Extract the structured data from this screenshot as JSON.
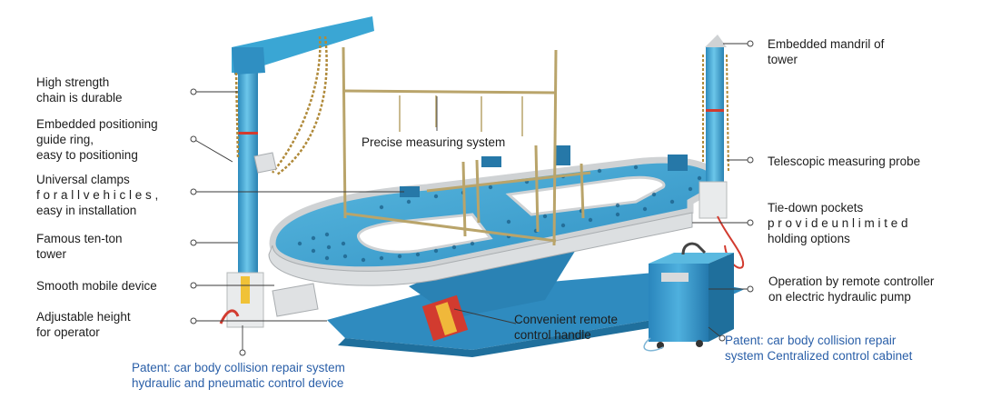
{
  "colors": {
    "frame_blue": "#3aa6d4",
    "frame_dark_blue": "#1f6f9c",
    "rail_silver": "#cfd2d4",
    "gold_frame": "#b9a46a",
    "chain": "#b08a3a",
    "cabinet_blue": "#2e8fc4",
    "leader_line": "#3a3a3a",
    "patent_text": "#2a5fa8"
  },
  "labels": {
    "chain": [
      "High strength",
      "chain is durable"
    ],
    "guide_ring": [
      "Embedded positioning",
      "guide ring,",
      "easy to positioning"
    ],
    "clamps": [
      "Universal clamps",
      "f o r a l l v e h i c l e s ,",
      "easy in installation"
    ],
    "tower": [
      "Famous ten-ton",
      "tower"
    ],
    "mobile": [
      "Smooth mobile device"
    ],
    "height": [
      "Adjustable height",
      "for operator"
    ],
    "patent_left": [
      "Patent: car body collision repair system",
      "hydraulic and pneumatic control device"
    ],
    "measuring": [
      "Precise measuring system"
    ],
    "remote_handle": [
      "Convenient remote",
      "control handle"
    ],
    "mandril": [
      "Embedded mandril of",
      "tower"
    ],
    "probe": [
      "Telescopic measuring probe"
    ],
    "tiedown": [
      "Tie-down pockets",
      "p r o v i d e u n l i m i t e d",
      "holding options"
    ],
    "remote_pump": [
      "Operation by remote controller",
      "on electric hydraulic pump"
    ],
    "patent_right": [
      "Patent: car body collision repair",
      "system Centralized control cabinet"
    ]
  },
  "icons": {
    "callout_dot": "circle-outline",
    "tower_left": "blue-tower-icon",
    "tower_right": "blue-tower-icon",
    "cabinet": "control-cabinet-icon"
  }
}
